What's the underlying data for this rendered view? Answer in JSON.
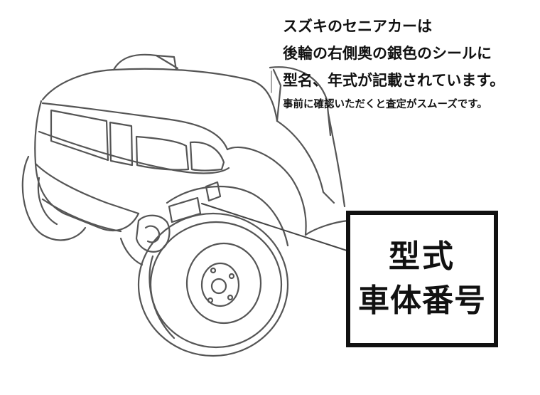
{
  "caption": {
    "line1": "スズキのセニアカーは",
    "line2": "後輪の右側奥の銀色のシールに",
    "line3": "型名、年式が記載されています。",
    "line4": "事前に確認いただくと査定がスムーズです。"
  },
  "callout": {
    "model_label": "型式",
    "serial_label": "車体番号"
  },
  "colors": {
    "ink": "#111111",
    "outline": "#555555",
    "background": "#ffffff"
  }
}
